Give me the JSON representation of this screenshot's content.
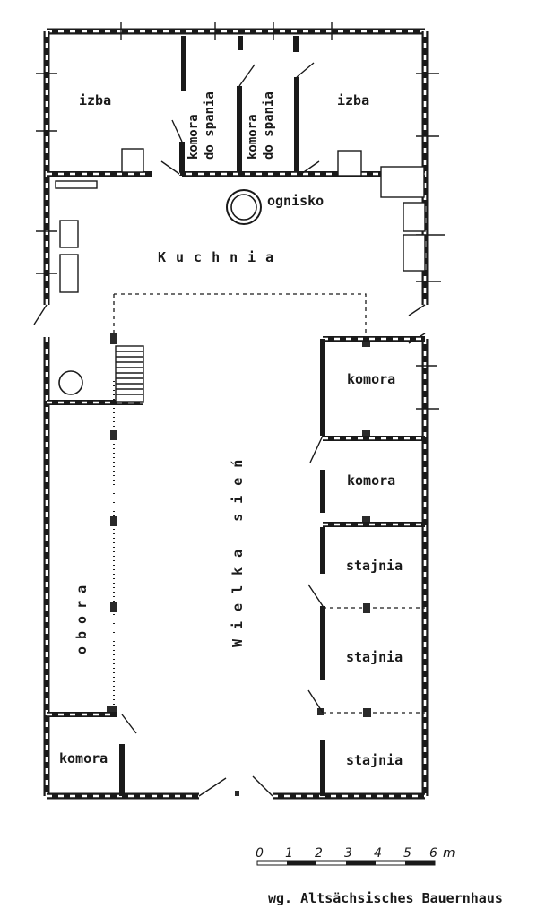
{
  "rooms": {
    "izba_left": "izba",
    "komora_spania_1_line1": "komora",
    "komora_spania_1_line2": "do spania",
    "komora_spania_2_line1": "komora",
    "komora_spania_2_line2": "do spania",
    "izba_right": "izba",
    "ognisko": "ognisko",
    "kuchnia": "Kuchnia",
    "komora_right_1": "komora",
    "komora_right_2": "komora",
    "stajnia_1": "stajnia",
    "stajnia_2": "stajnia",
    "stajnia_3": "stajnia",
    "obora": "obora",
    "wielka_sien": "Wielka sień",
    "komora_bottom_left": "komora"
  },
  "scale": {
    "ticks": [
      "0",
      "1",
      "2",
      "3",
      "4",
      "5",
      "6"
    ],
    "unit": "m"
  },
  "caption": "wg. Altsächsisches Bauernhaus"
}
